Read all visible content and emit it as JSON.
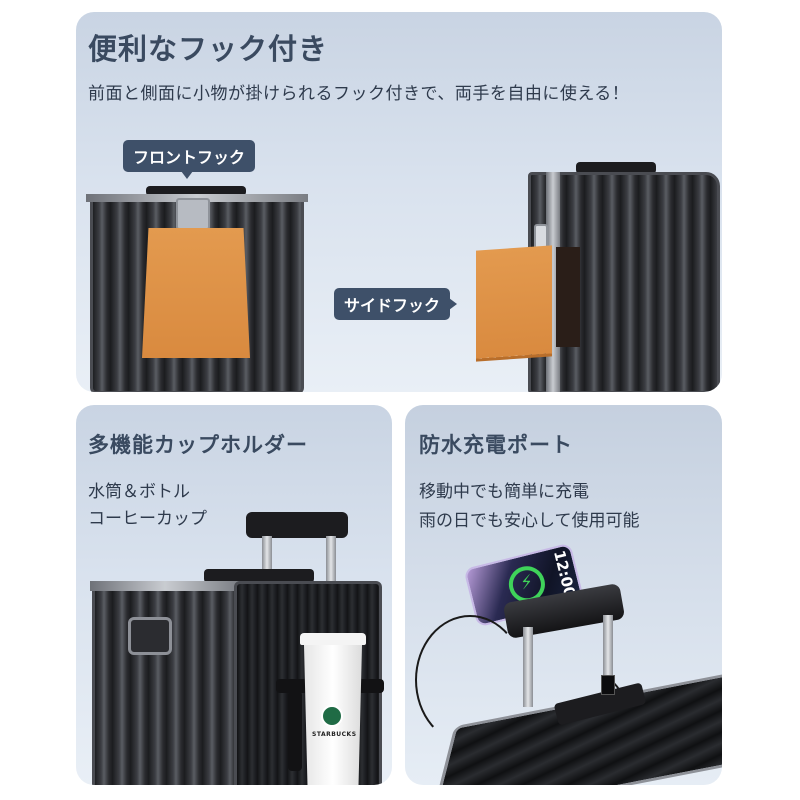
{
  "top_panel": {
    "title": "便利なフック付き",
    "subtitle": "前面と側面に小物が掛けられるフック付きで、両手を自由に使える！",
    "front_callout": "フロントフック",
    "side_callout": "サイドフック"
  },
  "bottom_left_panel": {
    "title": "多機能カップホルダー",
    "lines": [
      "水筒＆ボトル",
      "コーヒーカップ"
    ],
    "cup_brand": "STARBUCKS"
  },
  "bottom_right_panel": {
    "title": "防水充電ポート",
    "lines": [
      "移動中でも簡単に充電",
      "雨の日でも安心して使用可能"
    ],
    "phone_time": "12:00"
  },
  "colors": {
    "panel_bg": "#d3dce8",
    "title_text": "#3a4a60",
    "callout_bg": "#3e5069",
    "bag": "#e0954a",
    "charge_ring": "#3fd35a"
  }
}
